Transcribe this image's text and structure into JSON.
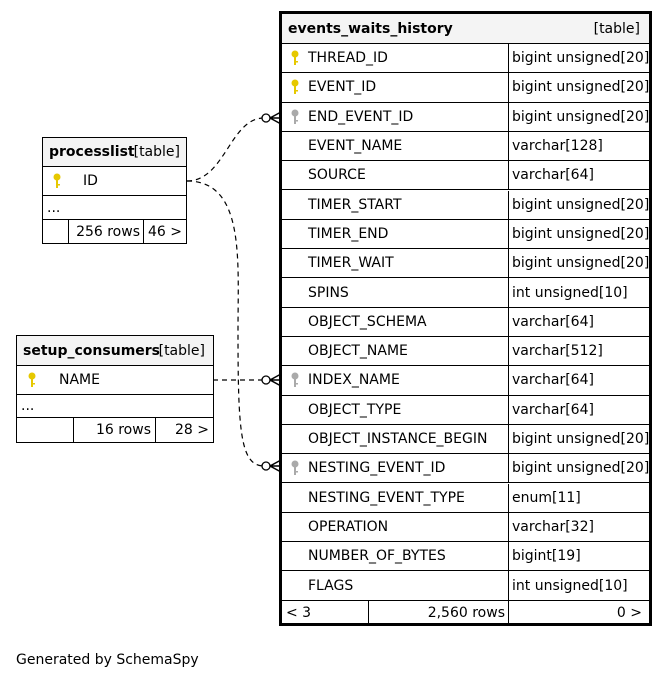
{
  "colors": {
    "key_primary": "#e6c800",
    "key_foreign": "#aaaaaa",
    "header_bg": "#f4f4f4"
  },
  "events_waits_history": {
    "title": "events_waits_history",
    "kind": "[table]",
    "columns": [
      {
        "name": "THREAD_ID",
        "type": "bigint unsigned[20]",
        "key": "primary"
      },
      {
        "name": "EVENT_ID",
        "type": "bigint unsigned[20]",
        "key": "primary"
      },
      {
        "name": "END_EVENT_ID",
        "type": "bigint unsigned[20]",
        "key": "foreign"
      },
      {
        "name": "EVENT_NAME",
        "type": "varchar[128]",
        "key": ""
      },
      {
        "name": "SOURCE",
        "type": "varchar[64]",
        "key": ""
      },
      {
        "name": "TIMER_START",
        "type": "bigint unsigned[20]",
        "key": ""
      },
      {
        "name": "TIMER_END",
        "type": "bigint unsigned[20]",
        "key": ""
      },
      {
        "name": "TIMER_WAIT",
        "type": "bigint unsigned[20]",
        "key": ""
      },
      {
        "name": "SPINS",
        "type": "int unsigned[10]",
        "key": ""
      },
      {
        "name": "OBJECT_SCHEMA",
        "type": "varchar[64]",
        "key": ""
      },
      {
        "name": "OBJECT_NAME",
        "type": "varchar[512]",
        "key": ""
      },
      {
        "name": "INDEX_NAME",
        "type": "varchar[64]",
        "key": "foreign"
      },
      {
        "name": "OBJECT_TYPE",
        "type": "varchar[64]",
        "key": ""
      },
      {
        "name": "OBJECT_INSTANCE_BEGIN",
        "type": "bigint unsigned[20]",
        "key": ""
      },
      {
        "name": "NESTING_EVENT_ID",
        "type": "bigint unsigned[20]",
        "key": "foreign"
      },
      {
        "name": "NESTING_EVENT_TYPE",
        "type": "enum[11]",
        "key": ""
      },
      {
        "name": "OPERATION",
        "type": "varchar[32]",
        "key": ""
      },
      {
        "name": "NUMBER_OF_BYTES",
        "type": "bigint[19]",
        "key": ""
      },
      {
        "name": "FLAGS",
        "type": "int unsigned[10]",
        "key": ""
      }
    ],
    "footer": {
      "parents": "< 3",
      "rows": "2,560 rows",
      "children": "0 >"
    }
  },
  "processlist": {
    "title": "processlist",
    "kind": "[table]",
    "column": "ID",
    "ellipsis": "...",
    "footer": {
      "parents": "",
      "rows": "256 rows",
      "children": "46 >"
    }
  },
  "setup_consumers": {
    "title": "setup_consumers",
    "kind": "[table]",
    "column": "NAME",
    "ellipsis": "...",
    "footer": {
      "parents": "",
      "rows": "16 rows",
      "children": "28 >"
    }
  },
  "generated_by": "Generated by SchemaSpy"
}
